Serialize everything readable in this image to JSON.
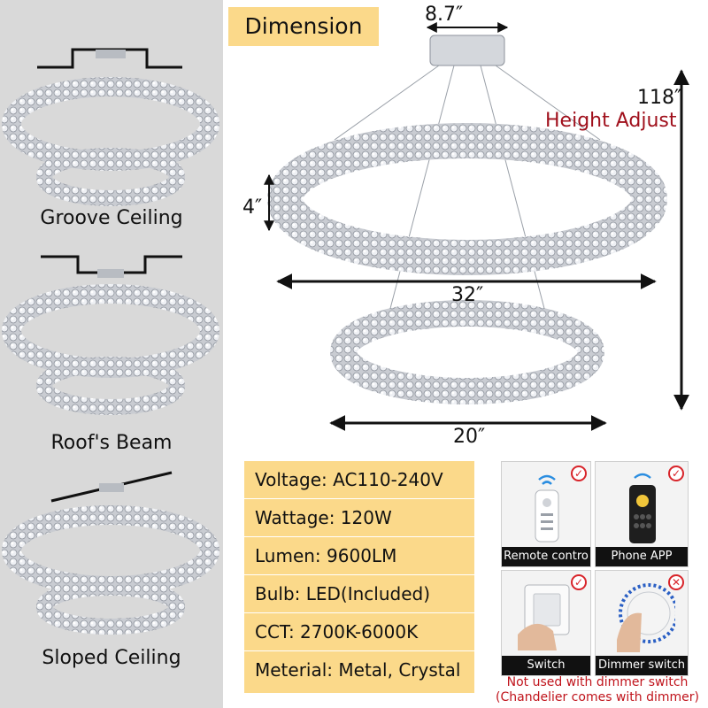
{
  "title": "Dimension",
  "dimensions": {
    "canopy_width": "8.7″",
    "total_height": "118″",
    "height_adjust": "Height Adjust",
    "ring_height": "4″",
    "large_ring_diameter": "32″",
    "small_ring_diameter": "20″"
  },
  "mounting": [
    {
      "label": "Groove Ceiling"
    },
    {
      "label": "Roof's Beam"
    },
    {
      "label": "Sloped Ceiling"
    }
  ],
  "specs": [
    {
      "text": "Voltage: AC110-240V"
    },
    {
      "text": "Wattage: 120W"
    },
    {
      "text": "Lumen: 9600LM"
    },
    {
      "text": "Bulb: LED(Included)"
    },
    {
      "text": "CCT: 2700K-6000K"
    },
    {
      "text": "Meterial: Metal, Crystal"
    }
  ],
  "features": [
    {
      "label": "Remote contro",
      "supported": true
    },
    {
      "label": "Phone APP",
      "supported": true
    },
    {
      "label": "Switch",
      "supported": true
    },
    {
      "label": "Dimmer switch",
      "supported": false
    }
  ],
  "note": {
    "line1": "Not used with dimmer switch",
    "line2": "(Chandelier comes with dimmer)"
  },
  "colors": {
    "accent_panel": "#fbd98a",
    "left_panel": "#d9d9d9",
    "warning_red": "#c0141c",
    "check_red": "#d8242a"
  },
  "icons": [
    "wifi-icon",
    "check-icon",
    "cross-icon",
    "arrow-icon"
  ]
}
